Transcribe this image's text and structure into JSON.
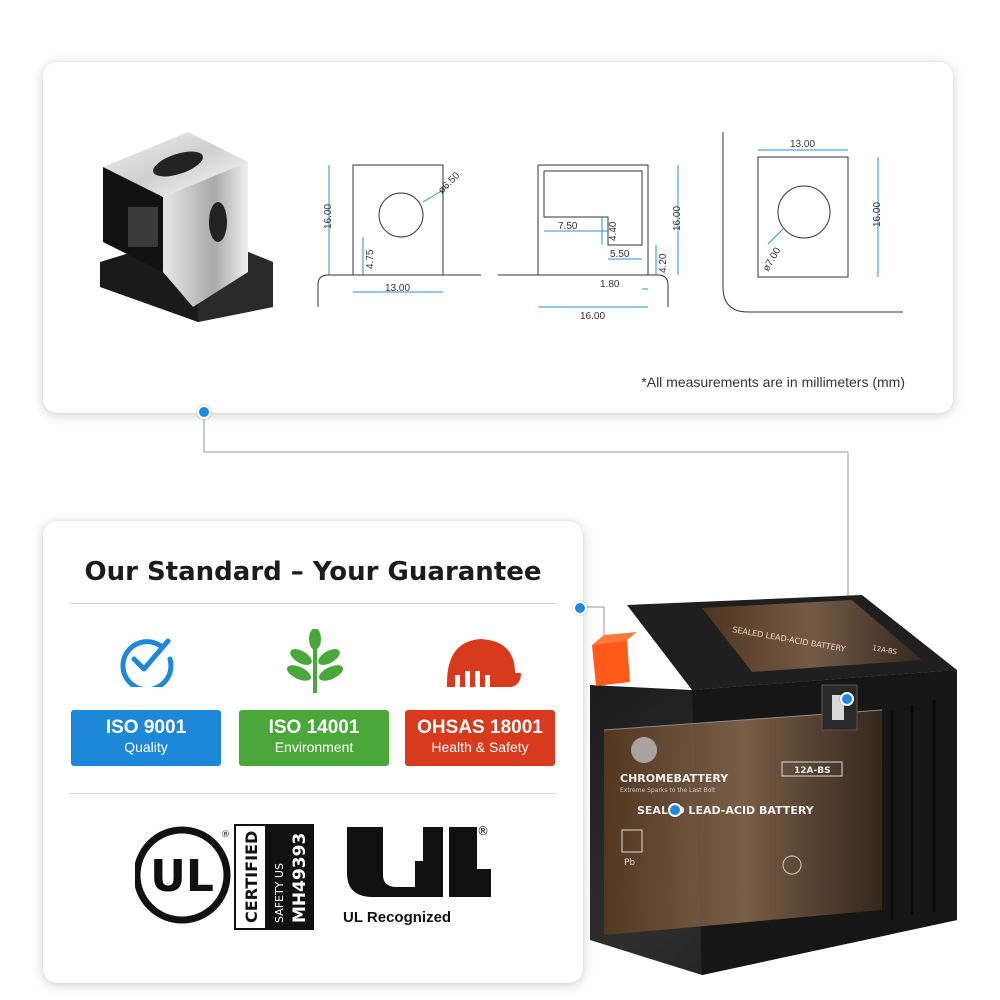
{
  "measurement_note": "*All measurements are in millimeters (mm)",
  "diagram1": {
    "diameter": "ø6.50",
    "height": "16.00",
    "width": "13.00",
    "hole_offset": "4.75"
  },
  "diagram2": {
    "d1": "7.50",
    "d2": "4.40",
    "d3": "5.50",
    "d4": "4.20",
    "d5": "1.80",
    "height": "16.00",
    "width": "16.00"
  },
  "diagram3": {
    "width": "13.00",
    "height": "16.00",
    "diameter": "ø7.00"
  },
  "standard": {
    "title": "Our Standard – Your Guarantee",
    "badges": [
      {
        "title": "ISO 9001",
        "subtitle": "Quality",
        "color": "#1e88d8",
        "icon": "checkmark-circle-icon"
      },
      {
        "title": "ISO 14001",
        "subtitle": "Environment",
        "color": "#4aa83a",
        "icon": "leaf-plant-icon"
      },
      {
        "title": "OHSAS 18001",
        "subtitle": "Health & Safety",
        "color": "#d83a1e",
        "icon": "hard-hat-icon"
      }
    ],
    "ul": {
      "certified": "CERTIFIED",
      "safety": "SAFETY US",
      "number": "MH49393",
      "mark": "UL",
      "registered": "®",
      "recognized": "UL Recognized"
    }
  },
  "battery": {
    "top_label": "SEALED LEAD-ACID BATTERY",
    "model_top": "12A-BS",
    "brand": "CHROMEBATTERY",
    "tagline": "Extreme Sparks to the Last Bolt",
    "model": "12A-BS",
    "front_label": "SEALED LEAD-ACID BATTERY",
    "pb": "Pb"
  },
  "colors": {
    "accent": "#1a8be0",
    "terminal_positive": "#ff5a1a"
  }
}
